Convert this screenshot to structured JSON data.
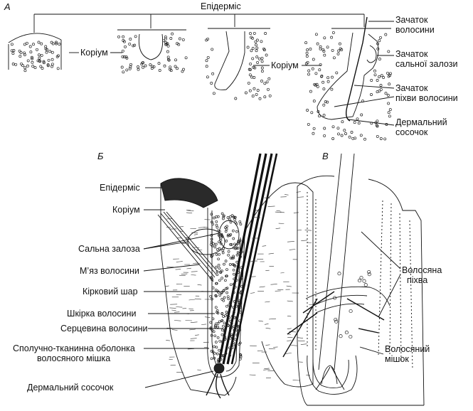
{
  "panels": {
    "a": "А",
    "b": "Б",
    "c": "В"
  },
  "labels_a": {
    "epidermis": "Епідерміс",
    "dermis_1": "Коріум",
    "dermis_2": "Коріум",
    "hair_germ_1": "Зачаток",
    "hair_germ_2": "волосини",
    "gland_germ_1": "Зачаток",
    "gland_germ_2": "сальної залози",
    "sheath_germ_1": "Зачаток",
    "sheath_germ_2": "піхви волосини",
    "papilla_1": "Дермальний",
    "papilla_2": "сосочок"
  },
  "labels_b": {
    "epidermis": "Епідерміс",
    "dermis": "Коріум",
    "sebaceous": "Сальна залоза",
    "muscle": "М’яз волосини",
    "cortex": "Кірковий шар",
    "cuticle": "Шкірка волосини",
    "medulla": "Серцевина волосини",
    "sheath_1": "Сполучно-тканинна оболонка",
    "sheath_2": "волосяного мішка",
    "papilla": "Дермальний сосочок"
  },
  "labels_c": {
    "root_sheath_1": "Волосяна",
    "root_sheath_2": "піхва",
    "follicle_1": "Волосяний",
    "follicle_2": "мішок"
  }
}
